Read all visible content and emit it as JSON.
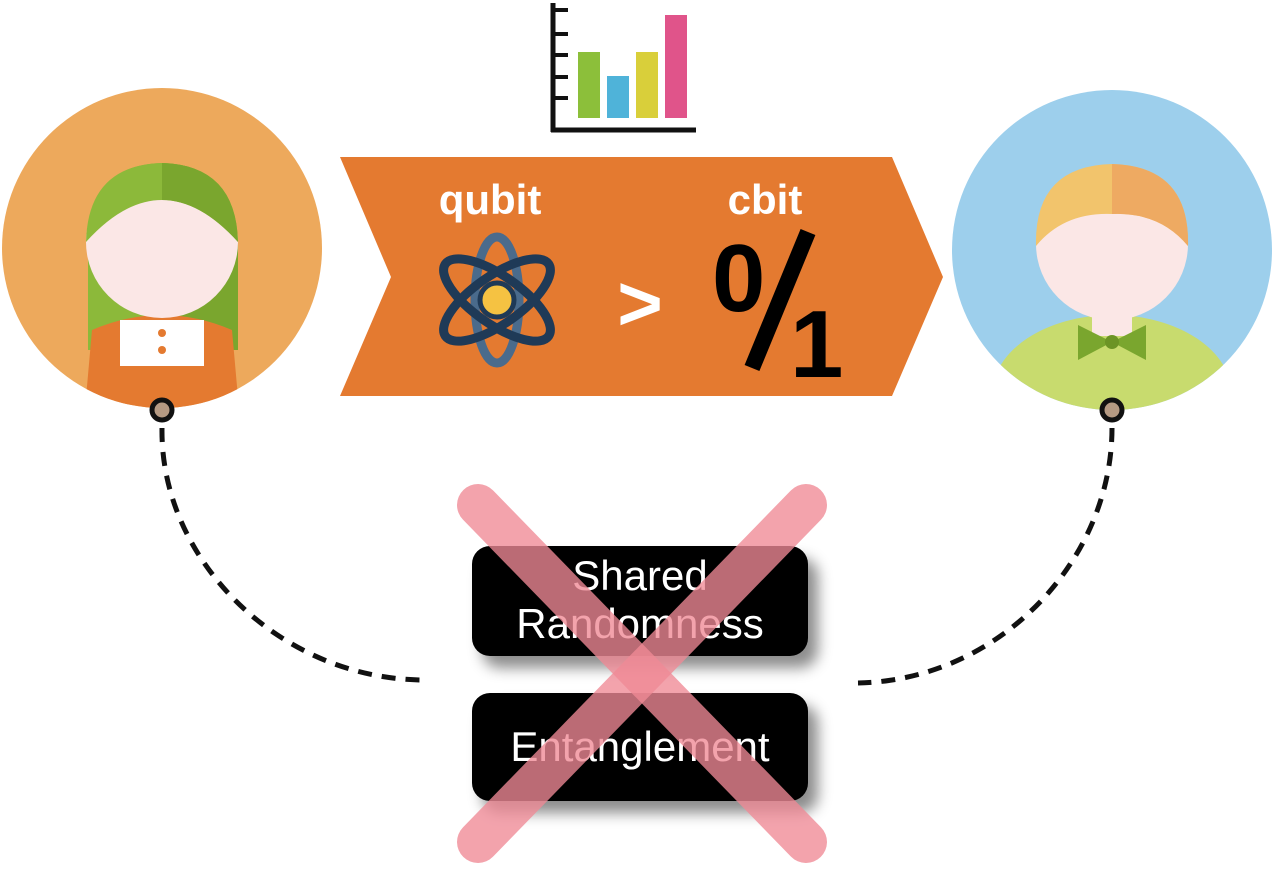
{
  "channel": {
    "qubit_label": "qubit",
    "cbit_label": "cbit",
    "comparison_symbol": ">",
    "cbit_value_top": "0",
    "cbit_value_bottom": "1"
  },
  "resources": {
    "shared_randomness_line1": "Shared",
    "shared_randomness_line2": "Randomness",
    "entanglement": "Entanglement"
  },
  "icons": {
    "top": "bar-chart-icon",
    "qubit": "atom-icon",
    "sender": "girl-avatar-icon",
    "receiver": "boy-avatar-icon",
    "forbidden": "cross-icon"
  },
  "colors": {
    "arrow": "#e47a30",
    "sender_bg": "#eda95c",
    "receiver_bg": "#9dcfec",
    "cross": "#f08a96"
  }
}
